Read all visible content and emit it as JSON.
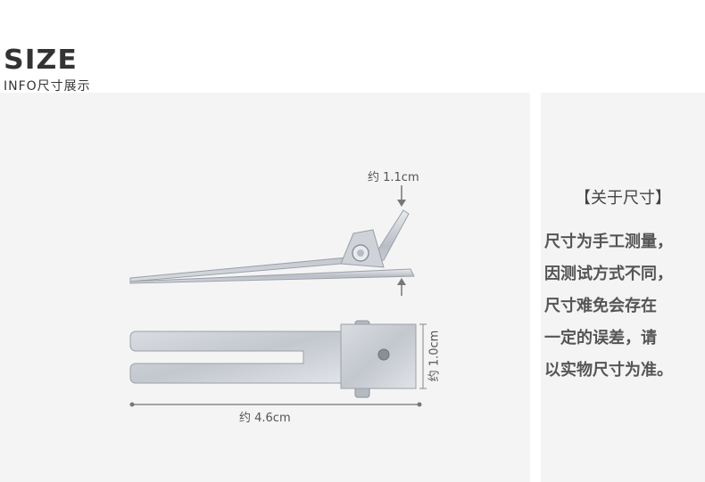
{
  "header": {
    "title": "SIZE",
    "subtitle": "INFO尺寸展示"
  },
  "dimensions": {
    "height_label": "约 1.1cm",
    "width_label": "约 1.0cm",
    "length_label": "约 4.6cm"
  },
  "note": {
    "title": "【关于尺寸】",
    "lines": [
      "尺寸为手工测量，",
      "因测试方式不同，",
      "尺寸难免会存在",
      "一定的误差，请",
      "以实物尺寸为准。"
    ]
  },
  "colors": {
    "panel_background": "#f4f4f4",
    "metal": "#c8ccd2",
    "text": "#555555"
  }
}
